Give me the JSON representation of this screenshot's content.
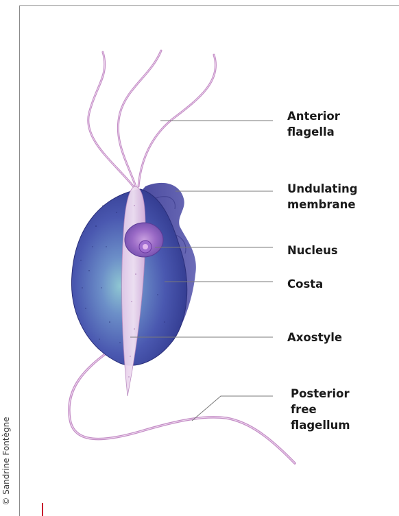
{
  "labels": {
    "anterior_flagella": "Anterior\nflagella",
    "undulating_membrane": "Undulating\nmembrane",
    "nucleus": "Nucleus",
    "costa": "Costa",
    "axostyle": "Axostyle",
    "posterior_free_flagellum": "Posterior\nfree\nflagellum"
  },
  "credit": "© Sandrine Fontègne",
  "colors": {
    "frame": "#8a8a8a",
    "leader_line": "#7a7a7a",
    "flagella": "#c58fc7",
    "body_fill": "#4a4fa6",
    "membrane": "#5a5aa6",
    "nucleus": "#8b56b8",
    "accent": "#c8102e"
  }
}
